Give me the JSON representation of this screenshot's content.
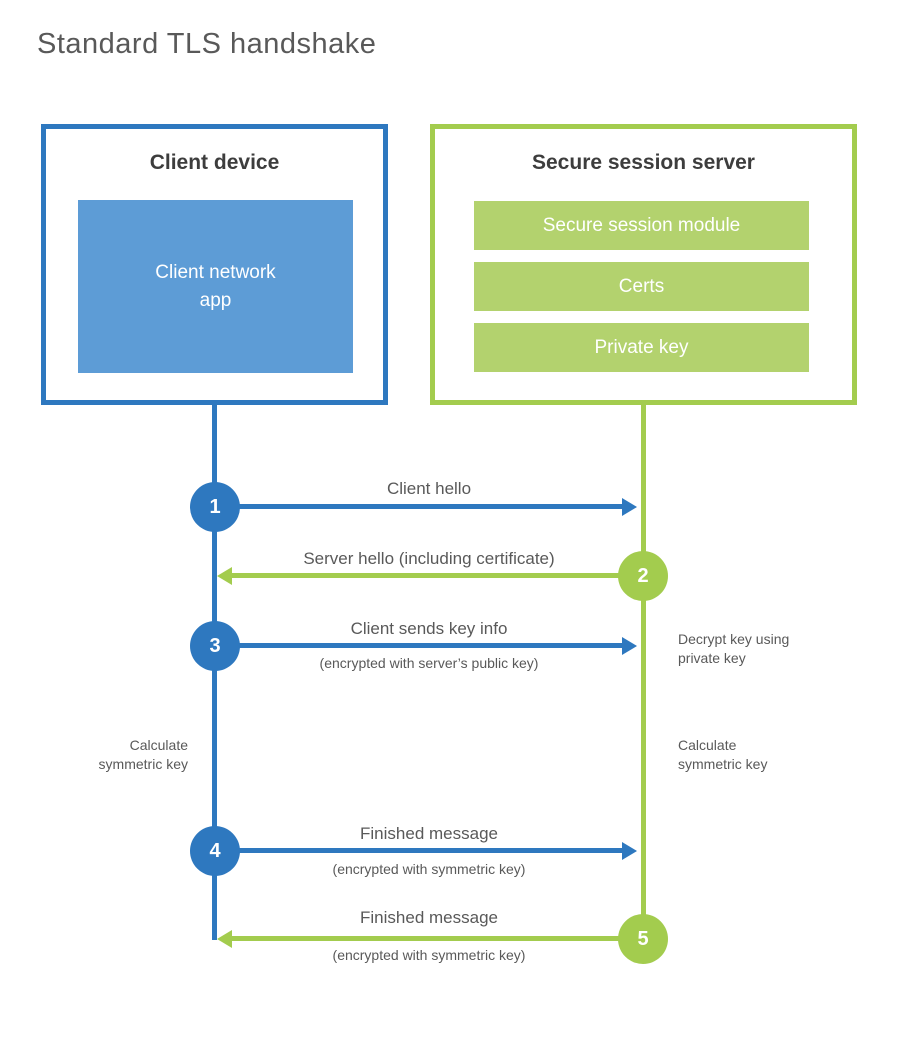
{
  "title": "Standard TLS handshake",
  "colors": {
    "blue": "#2e78bf",
    "blue-fill": "#5d9cd6",
    "green": "#a3cc4e",
    "green-fill": "#b3d26e",
    "heading": "#3d3d3d",
    "text": "#595959"
  },
  "client": {
    "heading": "Client device",
    "module": "Client network\napp"
  },
  "server": {
    "heading": "Secure session server",
    "modules": [
      "Secure session module",
      "Certs",
      "Private key"
    ]
  },
  "steps": [
    {
      "num": "1",
      "actor": "client",
      "direction": "right",
      "label": "Client hello",
      "sublabel": ""
    },
    {
      "num": "2",
      "actor": "server",
      "direction": "left",
      "label": "Server hello (including certificate)",
      "sublabel": ""
    },
    {
      "num": "3",
      "actor": "client",
      "direction": "right",
      "label": "Client sends key info",
      "sublabel": "(encrypted with server’s public key)"
    },
    {
      "num": "4",
      "actor": "client",
      "direction": "right",
      "label": "Finished message",
      "sublabel": "(encrypted with symmetric key)"
    },
    {
      "num": "5",
      "actor": "server",
      "direction": "left",
      "label": "Finished message",
      "sublabel": "(encrypted with symmetric key)"
    }
  ],
  "notes": {
    "decrypt": "Decrypt key using\nprivate key",
    "calc_left": "Calculate\nsymmetric key",
    "calc_right": "Calculate\nsymmetric key"
  }
}
